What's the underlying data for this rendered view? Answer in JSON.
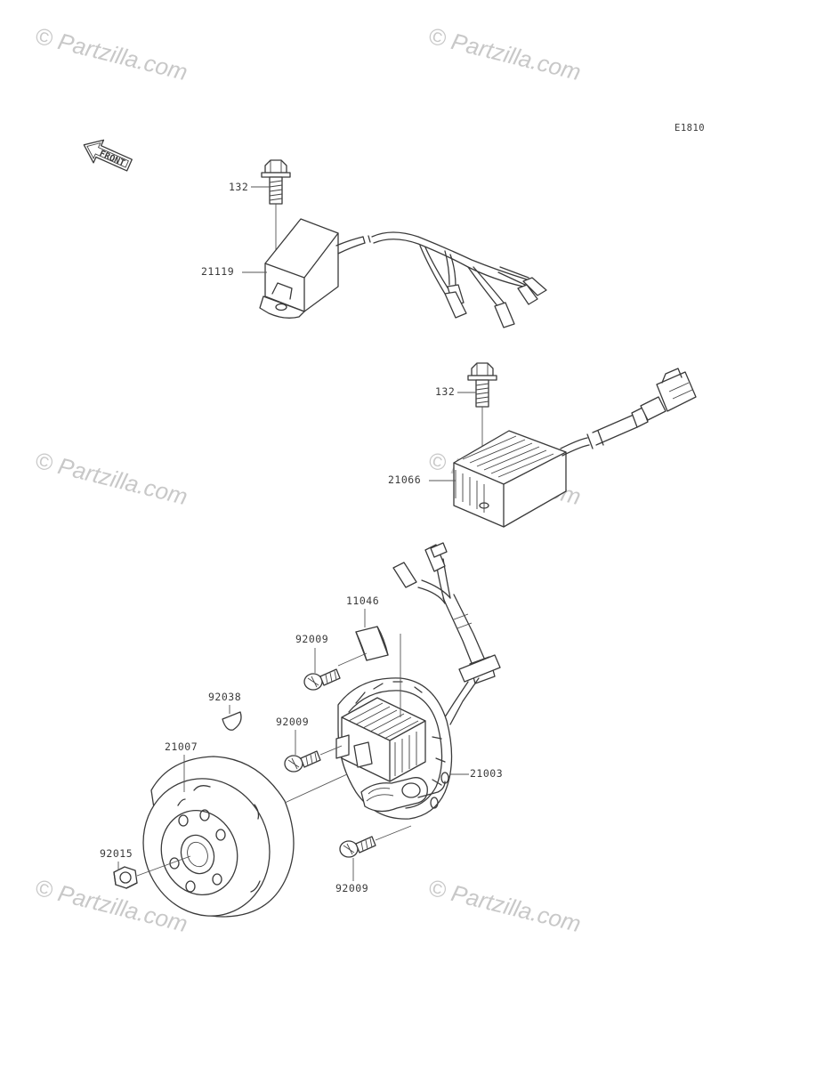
{
  "diagram_code": "E1810",
  "front_label": "FRONT",
  "watermark": "© Partzilla.com",
  "parts": {
    "p132_top": "132",
    "p21119": "21119",
    "p132_mid": "132",
    "p21066": "21066",
    "p11046": "11046",
    "p92009_a": "92009",
    "p92038": "92038",
    "p92009_b": "92009",
    "p21007": "21007",
    "p21003": "21003",
    "p92015": "92015",
    "p92009_c": "92009"
  }
}
